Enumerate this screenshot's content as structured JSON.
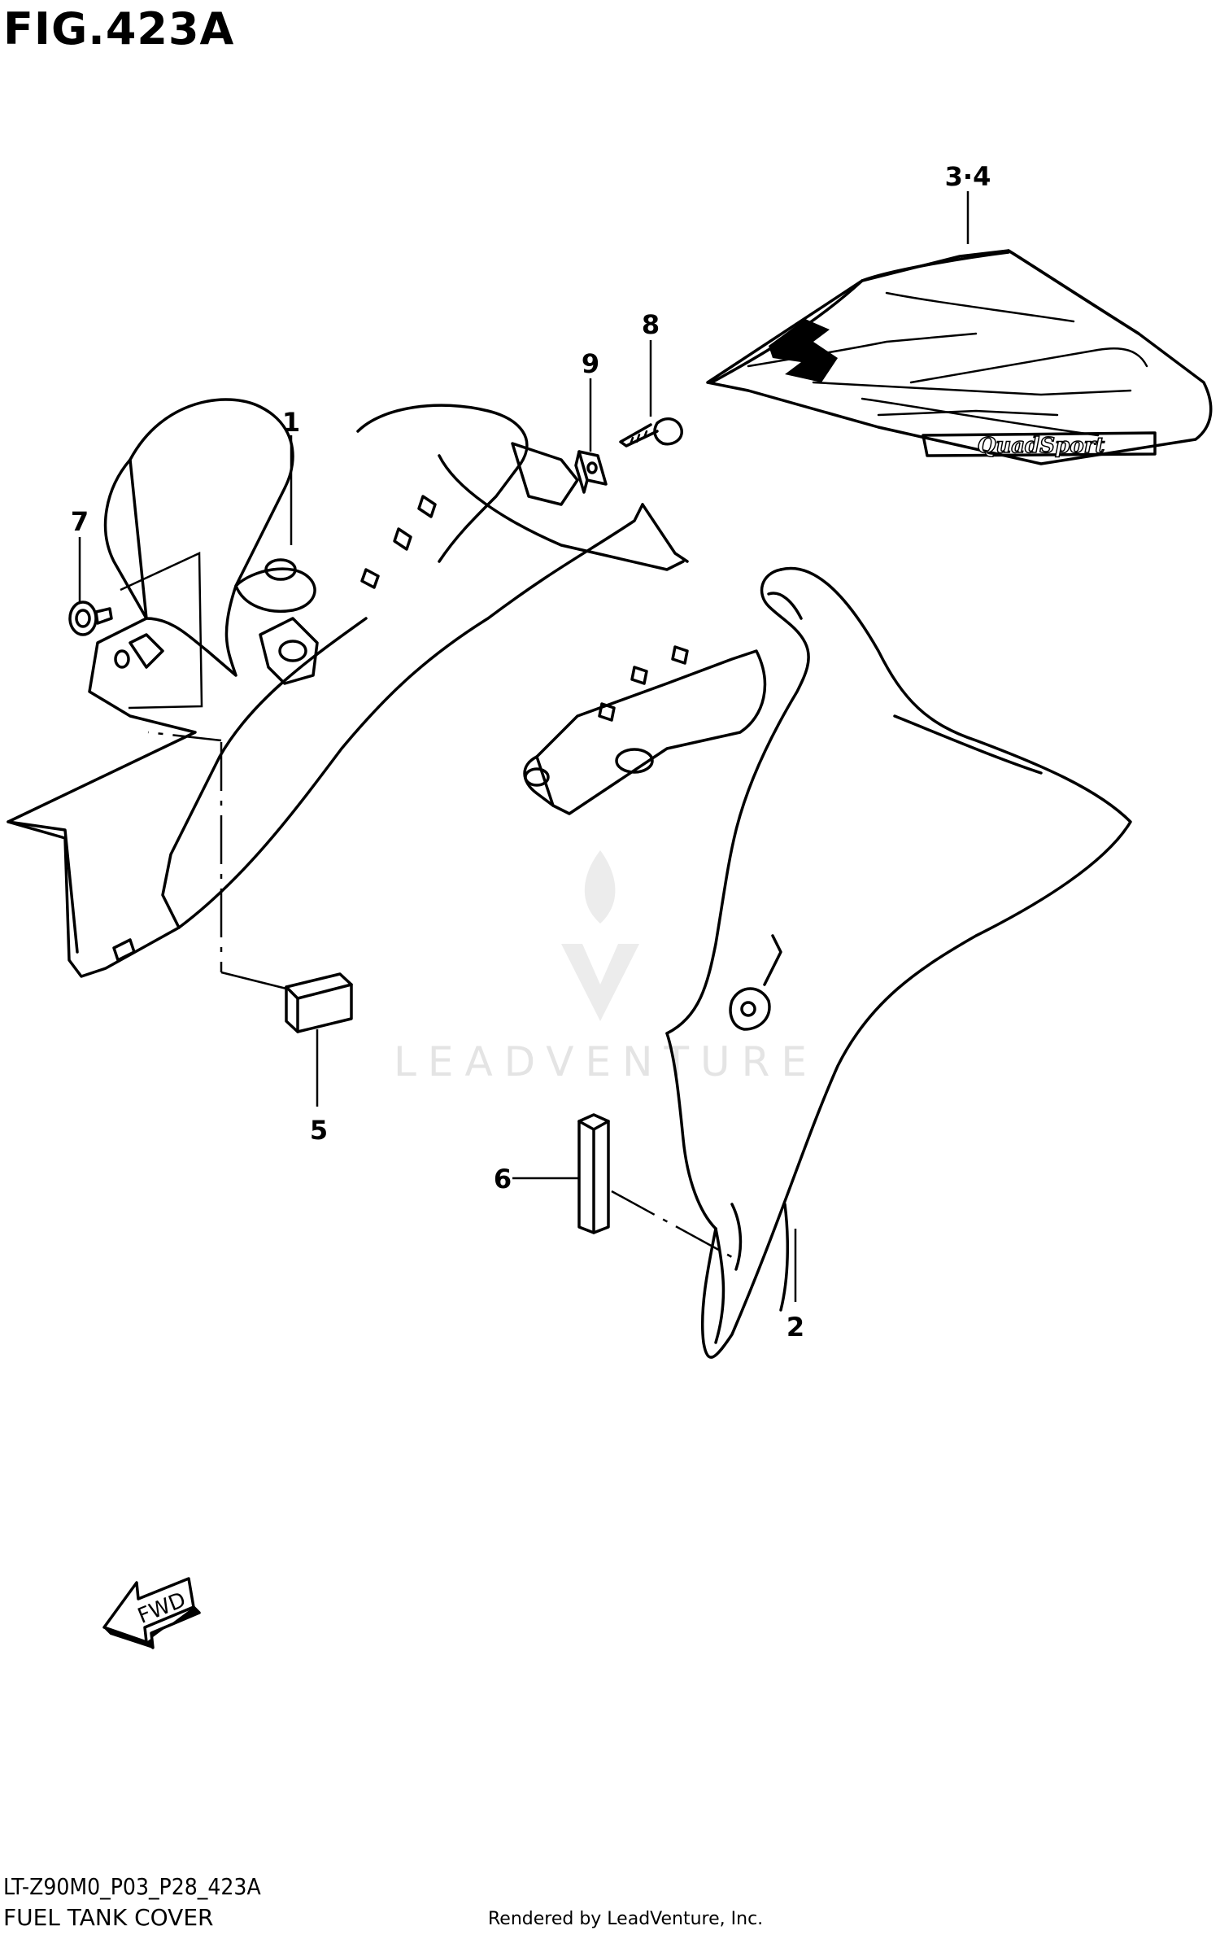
{
  "figure": {
    "title": "FIG.423A",
    "code": "LT-Z90M0_P03_P28_423A",
    "caption": "FUEL TANK COVER",
    "rendered_by": "Rendered by LeadVenture, Inc."
  },
  "watermark": {
    "text": "LEADVENTURE"
  },
  "callouts": [
    "1",
    "2",
    "3·4",
    "5",
    "6",
    "7",
    "8",
    "9"
  ],
  "decal": {
    "brand_text": "QuadSport"
  },
  "fwd_arrow": {
    "label": "FWD"
  }
}
